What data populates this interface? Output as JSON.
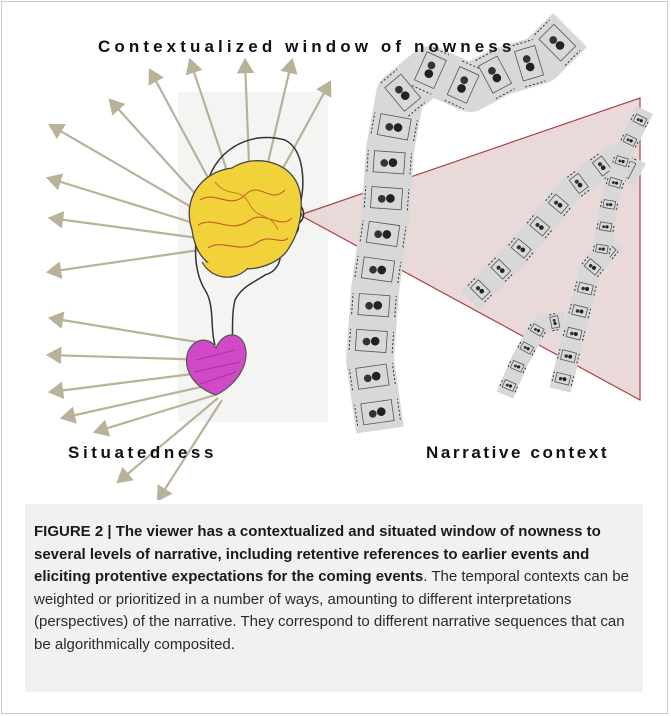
{
  "figure": {
    "title_label": "Contextualized window of nowness",
    "situatedness_label": "Situatedness",
    "narrative_label": "Narrative context"
  },
  "caption": {
    "bold_text": "FIGURE 2 | The viewer has a contextualized and situated window of nowness to several levels of narrative, including retentive references to earlier events and eliciting protentive expectations for the coming events",
    "regular_text": ". The temporal contexts can be weighted or prioritized in a number of ways, amounting to different interpretations (perspectives) of the narrative. They correspond to different narrative sequences that can be algorithmically composited."
  },
  "colors": {
    "arrow": "#b8b29a",
    "brain_fill": "#f2d23a",
    "brain_scribble": "#c45a2a",
    "heart_fill": "#d04ac8",
    "cone_fill": "#e8d8d8",
    "cone_stroke": "#a33a3a",
    "film_stroke": "#333333",
    "caption_bg": "#f1f1f1"
  }
}
